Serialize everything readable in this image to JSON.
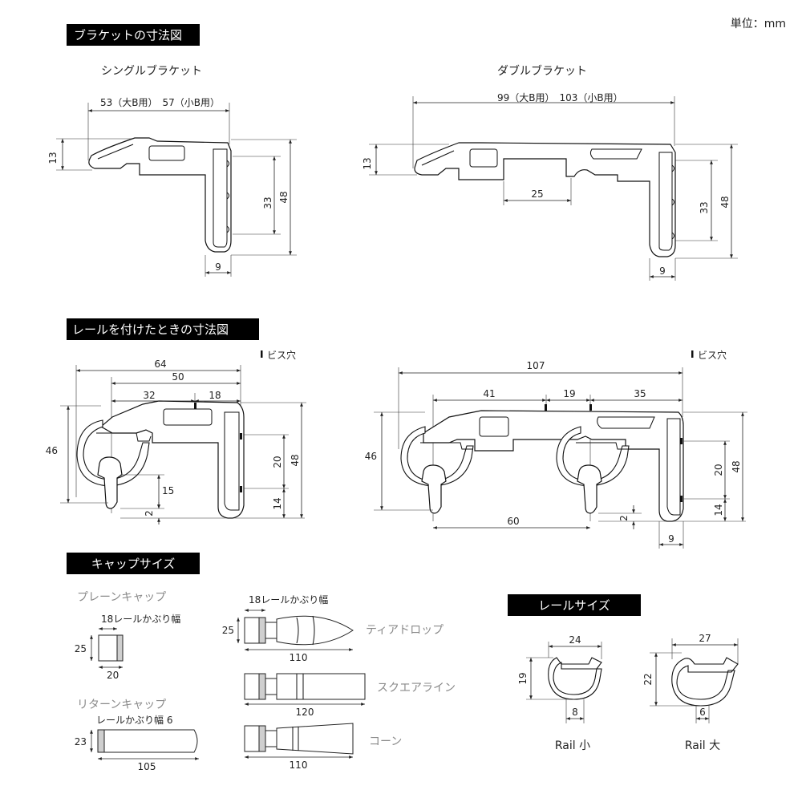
{
  "unit_label": "単位：mm",
  "sections": {
    "bracket": "ブラケットの寸法図",
    "mounted": "レールを付けたときの寸法図",
    "cap": "キャップサイズ",
    "rail": "レールサイズ"
  },
  "single_bracket": {
    "title": "シングルブラケット",
    "dim_top": "53（大B用）　57（小B用）",
    "dim_13": "13",
    "dim_33": "33",
    "dim_48": "48",
    "dim_9": "9"
  },
  "double_bracket": {
    "title": "ダブルブラケット",
    "dim_top": "99（大B用）　103（小B用）",
    "dim_13": "13",
    "dim_25": "25",
    "dim_33": "33",
    "dim_48": "48",
    "dim_9": "9"
  },
  "mounted_single": {
    "screw_label": "ビス穴",
    "dim_64": "64",
    "dim_50": "50",
    "dim_32": "32",
    "dim_18": "18",
    "dim_46": "46",
    "dim_15": "15",
    "dim_2": "2",
    "dim_20": "20",
    "dim_14": "14",
    "dim_48": "48"
  },
  "mounted_double": {
    "screw_label": "ビス穴",
    "dim_107": "107",
    "dim_41": "41",
    "dim_19": "19",
    "dim_35": "35",
    "dim_46": "46",
    "dim_60": "60",
    "dim_2": "2",
    "dim_20": "20",
    "dim_14": "14",
    "dim_48": "48",
    "dim_9": "9"
  },
  "caps": {
    "plain": {
      "title": "プレーンキャップ",
      "cover": "18レールかぶり幅",
      "h": "25",
      "w": "20"
    },
    "return": {
      "title": "リターンキャップ",
      "cover": "レールかぶり幅 6",
      "h": "23",
      "w": "105"
    },
    "teardrop": {
      "name": "ティアドロップ",
      "cover": "18レールかぶり幅",
      "h": "25",
      "w": "110"
    },
    "squareline": {
      "name": "スクエアライン",
      "w": "120"
    },
    "cone": {
      "name": "コーン",
      "w": "110"
    }
  },
  "rails": {
    "small": {
      "label": "Rail 小",
      "w": "24",
      "h": "19",
      "gap": "8"
    },
    "large": {
      "label": "Rail 大",
      "w": "27",
      "h": "22",
      "gap": "6"
    }
  }
}
